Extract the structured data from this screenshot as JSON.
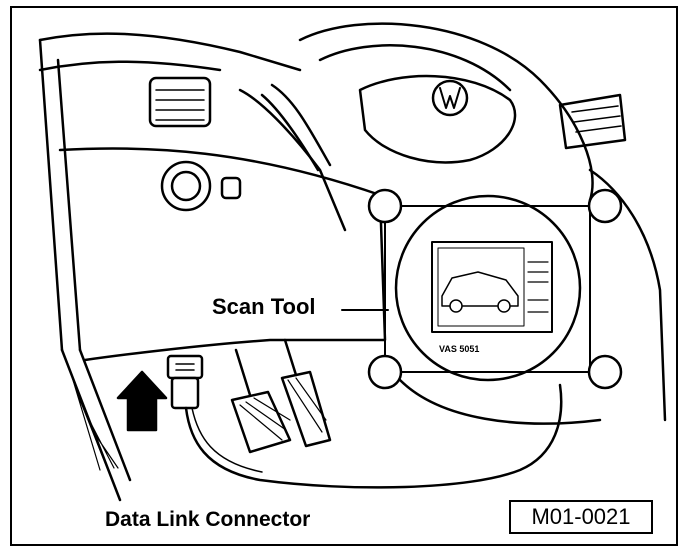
{
  "labels": {
    "scan_tool": "Scan Tool",
    "data_link_connector": "Data Link Connector",
    "vas_model": "VAS 5051"
  },
  "figure_id": "M01-0021",
  "colors": {
    "ink": "#000000",
    "paper": "#ffffff",
    "light_gray": "#d9d9d9"
  }
}
